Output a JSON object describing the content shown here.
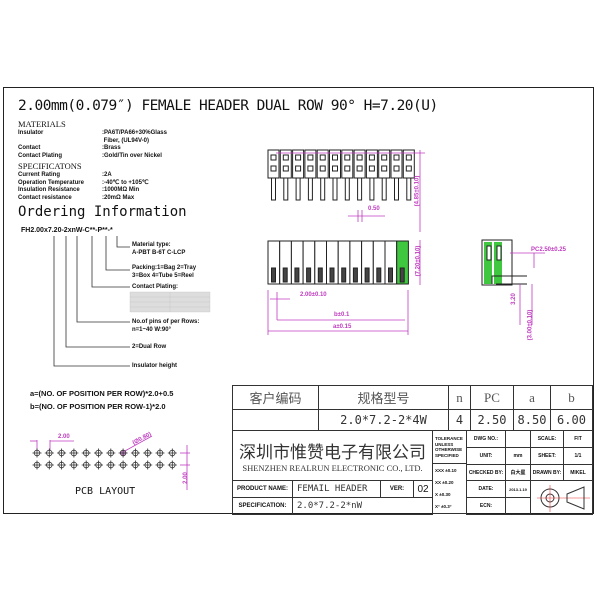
{
  "title": "2.00mm(0.079″) FEMALE HEADER DUAL ROW 90°  H=7.20(U)",
  "materials": {
    "heading": "MATERIALS",
    "rows": [
      {
        "label": "Insulator",
        "value": ":PA6T/PA66+30%Glass"
      },
      {
        "label": "",
        "value": " Fiber, (UL94V-0)"
      },
      {
        "label": "Contact",
        "value": ":Brass"
      },
      {
        "label": "Contact Plating",
        "value": ":Gold/Tin over Nickel"
      }
    ]
  },
  "specifications": {
    "heading": "SPECIFICATONS",
    "rows": [
      {
        "label": "Current Rating",
        "value": ":2A"
      },
      {
        "label": "Operation Temperature",
        "value": ":-40℃ to +105℃"
      },
      {
        "label": "Insulation Resistance",
        "value": ":1000MΩ Min"
      },
      {
        "label": "Contact resistance",
        "value": ":20mΩ Max"
      }
    ]
  },
  "ordering": {
    "heading": "Ordering Information",
    "code": "FH2.00x7.20-2xnW-C**-P**-*",
    "material_type": "Material type:",
    "material_options": "A-PBT B-6T C-LCP",
    "packing": "Packing:1=Bag 2=Tray",
    "packing2": "3=Box 4=Tube 5=Reel",
    "contact_plating": "Contact Plating:",
    "pins": "No.of pins of per Rows:",
    "pins2": "n=1~40  W:90°",
    "dual_row": "2=Dual Row",
    "insulator_height": "Insulator height"
  },
  "formulas": {
    "a": "a=(NO. OF POSITION PER ROW)*2.0+0.5",
    "b": "b=(NO. OF POSITION PER ROW-1)*2.0"
  },
  "pcb": {
    "label": "PCB LAYOUT",
    "pitch": "2.00",
    "hole": "(Ø0.80)",
    "row_pitch": "2.00"
  },
  "dims": {
    "pin": "0.50",
    "height": "(4.85±0.10)",
    "pitch": "2.00±0.10",
    "b": "b±0.1",
    "a": "a±0.15",
    "body": "(7.20±0.10)",
    "pc": "PC2.50±0.25",
    "d1": "3.20",
    "d2": "(3.00±0.10)"
  },
  "table": {
    "headers": [
      "客户编码",
      "规格型号",
      "n",
      "PC",
      "a",
      "b"
    ],
    "row": [
      "",
      "2.0*7.2-2*4W",
      "4",
      "2.50",
      "8.50",
      "6.00"
    ]
  },
  "company": {
    "cn": "深圳市惟赞电子有限公司",
    "en": "SHENZHEN REALRUN ELECTRONIC CO., LTD."
  },
  "product": {
    "name_label": "PRODUCT NAME:",
    "name": "FEMAIL HEADER",
    "ver_label": "VER:",
    "ver": "02",
    "spec_label": "SPECIFICATION:",
    "spec": "2.0*7.2-2*nW"
  },
  "tolerance": {
    "head": "TOLERANCE UNLESS OTHERWISE SPECIFIED",
    "rows": [
      "XXX ±0.10",
      "XX ±0.20",
      "X ±0.30",
      "X° ±0.3°"
    ]
  },
  "info": {
    "dwg_label": "DWG NO.:",
    "dwg": "",
    "unit_label": "UNIT:",
    "unit": "mm",
    "checked_label": "CHECKED BY:",
    "checked": "白大星",
    "date_label": "DATE:",
    "date": "2013.1.19",
    "ecn_label": "ECN:",
    "ecn": "",
    "scale_label": "SCALE:",
    "scale": "FIT",
    "sheet_label": "SHEET:",
    "sheet": "1/1",
    "drawn_label": "DRAWN BY:",
    "drawn": "MIKEL"
  }
}
